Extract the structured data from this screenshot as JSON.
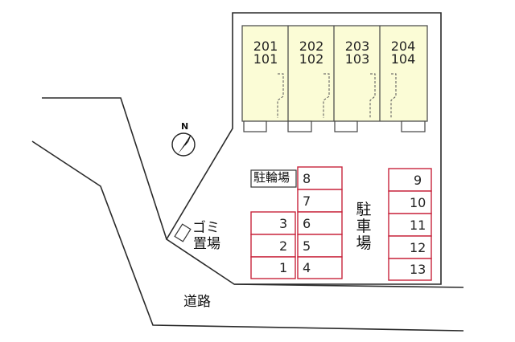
{
  "units": [
    {
      "upper": "201",
      "lower": "101"
    },
    {
      "upper": "202",
      "lower": "102"
    },
    {
      "upper": "203",
      "lower": "103"
    },
    {
      "upper": "204",
      "lower": "104"
    }
  ],
  "bicycle_parking_label": "駐輪場",
  "parking_label": "駐車場",
  "parking_left_stalls": [
    "3",
    "2",
    "1"
  ],
  "parking_middle_stalls": [
    "8",
    "7",
    "6",
    "5",
    "4"
  ],
  "parking_right_stalls": [
    "9",
    "10",
    "11",
    "12",
    "13"
  ],
  "garbage_label_top": "ゴミ",
  "garbage_label_bottom": "置場",
  "road_label": "道路",
  "compass_label": "N",
  "colors": {
    "building_fill": "#fbfcd6",
    "stall_border": "#c8243c",
    "line": "#2a2a2a"
  }
}
